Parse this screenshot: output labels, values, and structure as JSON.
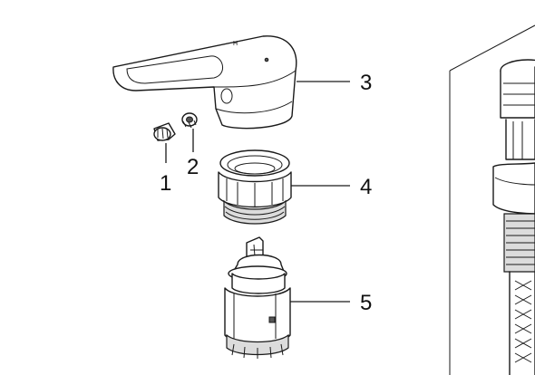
{
  "callouts": {
    "screw_cap": "1",
    "set_screw": "2",
    "lever_handle": "3",
    "bonnet_nut": "4",
    "cartridge": "5"
  },
  "handle_mark": "H"
}
